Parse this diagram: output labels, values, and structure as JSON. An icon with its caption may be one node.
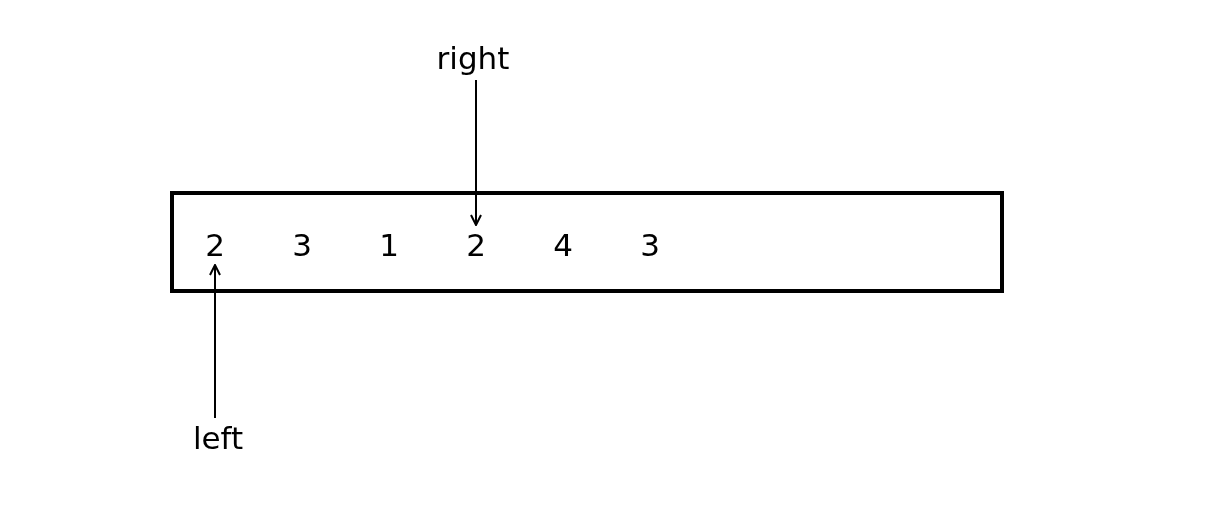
{
  "diagram": {
    "nodes": [
      {
        "text": [
          "right"
        ]
      },
      {
        "text": [],
        "shape": "box"
      },
      {
        "text": [
          "2"
        ],
        "in": 1
      },
      {
        "text": [
          "3"
        ],
        "in": 1
      },
      {
        "text": [
          "1"
        ],
        "in": 1
      },
      {
        "text": [
          "2"
        ],
        "in": 1
      },
      {
        "text": [
          "4"
        ],
        "in": 1
      },
      {
        "text": [
          "3"
        ],
        "in": 1
      },
      {
        "text": [
          "left"
        ]
      }
    ],
    "edges": [
      {
        "from": 0,
        "to": 5,
        "arrow": "to"
      },
      {
        "from": 8,
        "to": 2,
        "arrow": "to"
      }
    ]
  }
}
